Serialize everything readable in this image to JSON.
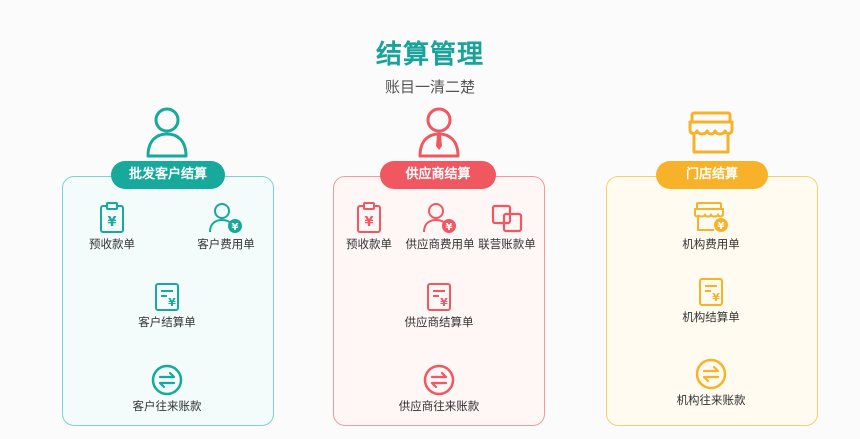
{
  "header": {
    "title": "结算管理",
    "subtitle": "账目一清二楚"
  },
  "colors": {
    "teal": "#17a99c",
    "red": "#f05761",
    "orange": "#f8b22a"
  },
  "groups": {
    "wholesale": {
      "title": "批发客户结算",
      "nodes": {
        "prepay": "预收款单",
        "expense": "客户费用单",
        "statement": "客户结算单",
        "ledger": "客户往来账款"
      }
    },
    "supplier": {
      "title": "供应商结算",
      "nodes": {
        "prepay": "预收款单",
        "expense": "供应商费用单",
        "joint": "联营账款单",
        "statement": "供应商结算单",
        "ledger": "供应商往来账款"
      }
    },
    "store": {
      "title": "门店结算",
      "nodes": {
        "expense": "机构费用单",
        "statement": "机构结算单",
        "ledger": "机构往来账款"
      }
    }
  }
}
